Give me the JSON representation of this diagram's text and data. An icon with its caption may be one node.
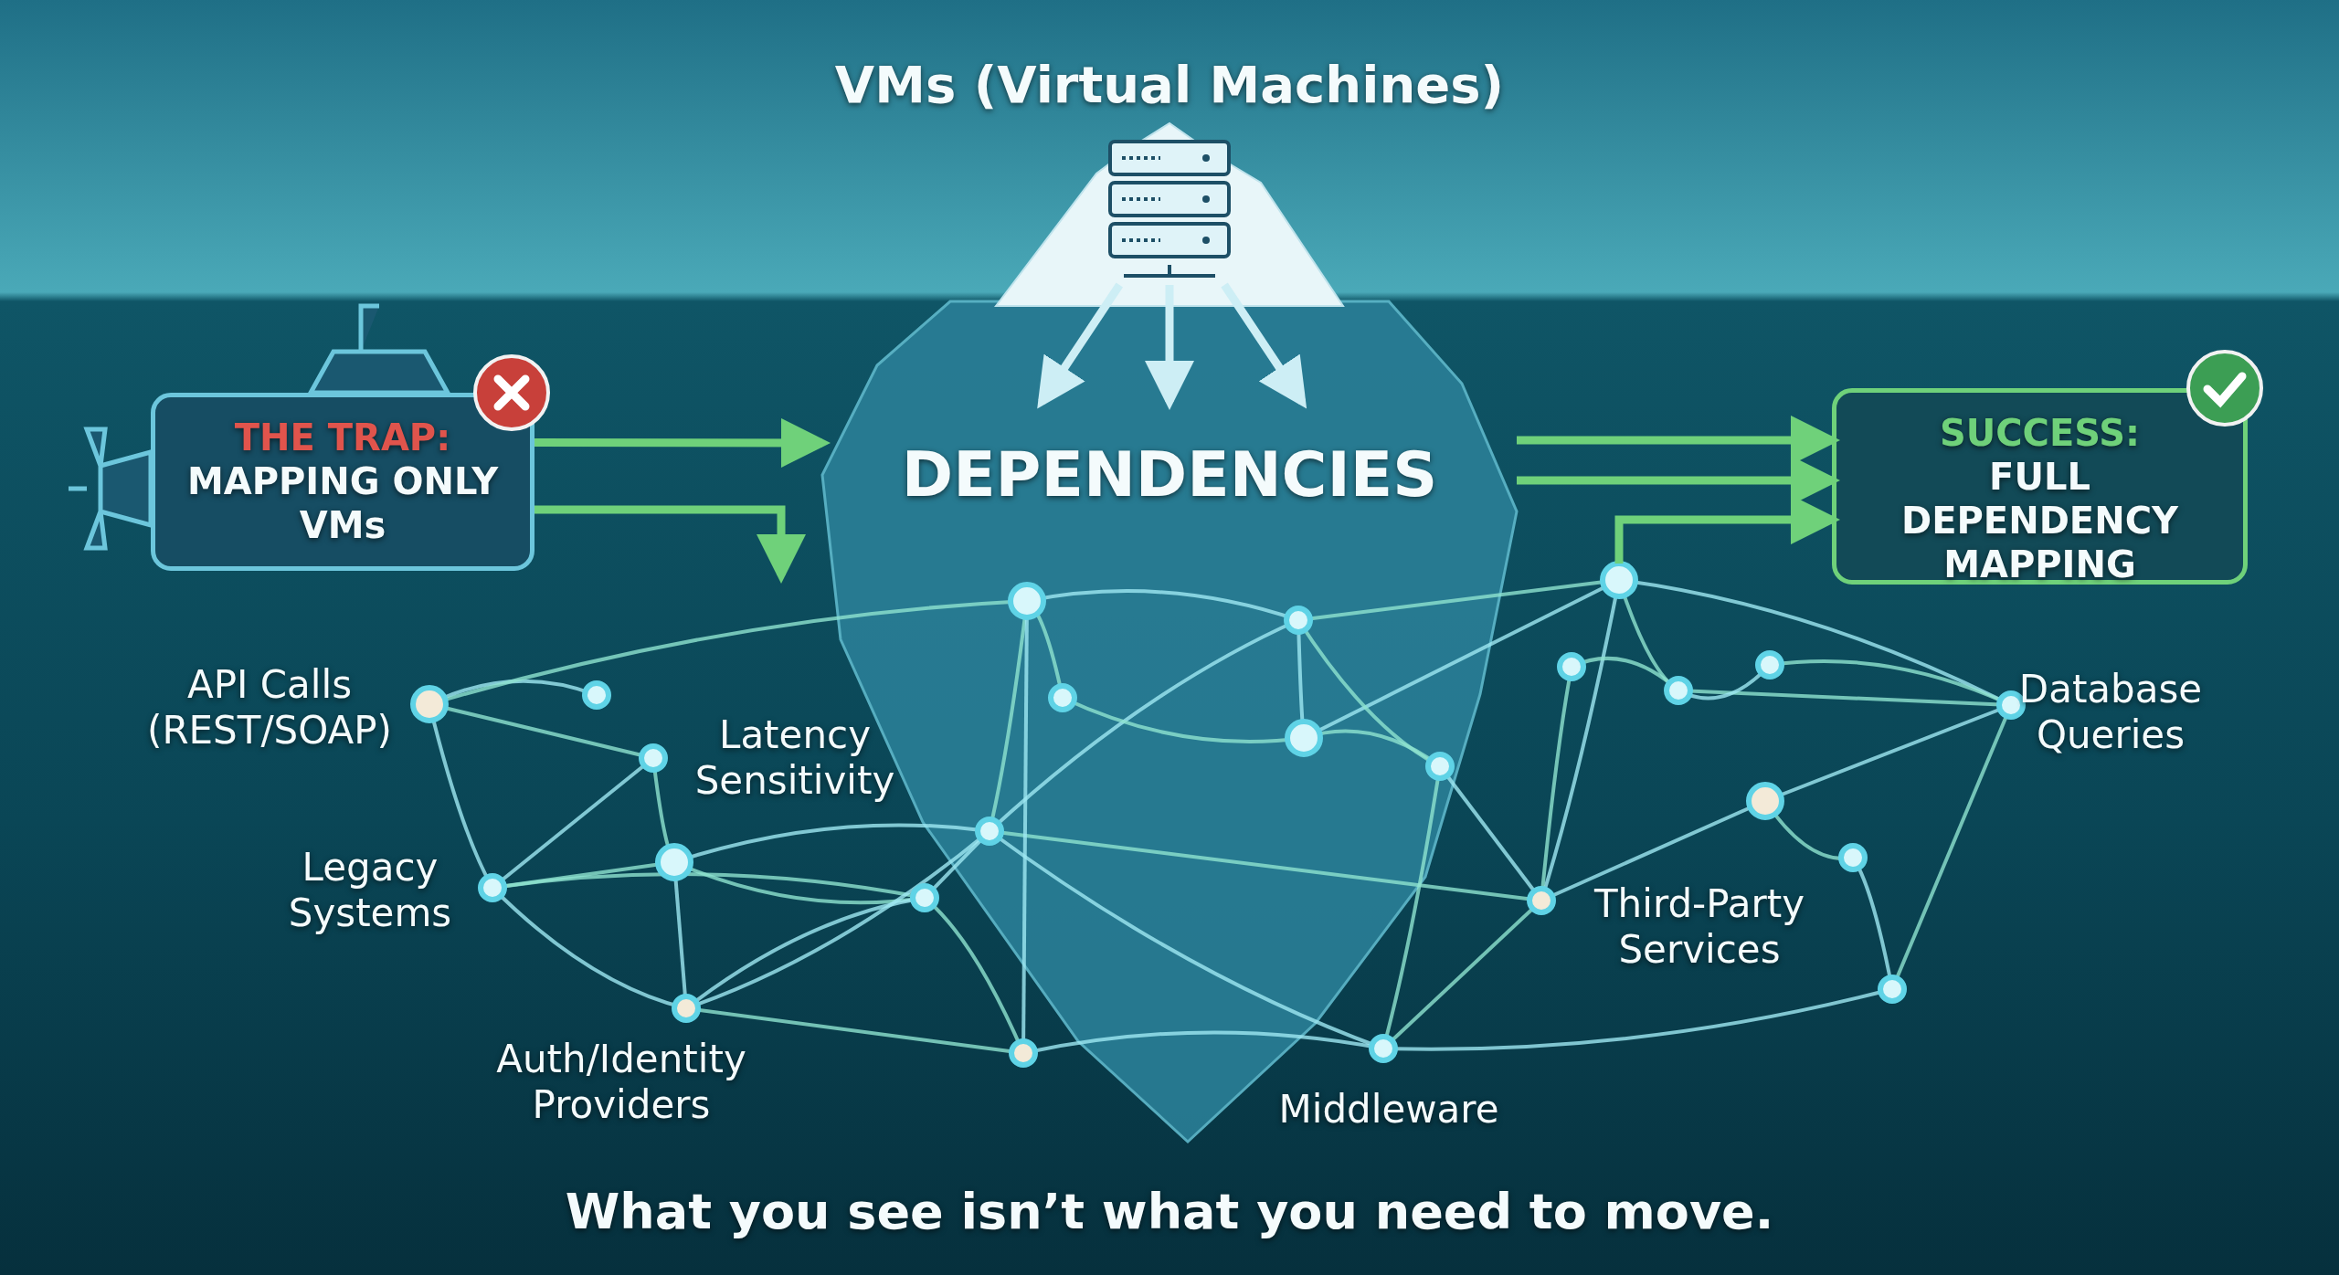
{
  "diagram": {
    "caption": "What you see isn’t what you need to move.",
    "nodes": [
      {
        "text": [
          "VMs (Virtual Machines)"
        ]
      },
      {
        "text": [
          "DEPENDENCIES"
        ]
      },
      {
        "text": [
          "THE TRAP:",
          "MAPPING ONLY VMs"
        ]
      },
      {
        "text": [
          "SUCCESS:",
          "FULL DEPENDENCY MAPPING"
        ]
      }
    ],
    "edges": [
      {
        "from": 0,
        "to": 1,
        "arrow": "to",
        "color": "#cdeef5"
      },
      {
        "from": 0,
        "to": 1,
        "arrow": "to",
        "color": "#cdeef5"
      },
      {
        "from": 0,
        "to": 1,
        "arrow": "to",
        "color": "#cdeef5"
      },
      {
        "from": 2,
        "to": 1,
        "arrow": "to"
      },
      {
        "from": 2,
        "to": null,
        "arrow": "to"
      },
      {
        "from": 1,
        "to": 3,
        "arrow": "to"
      },
      {
        "from": 1,
        "to": 3,
        "arrow": "to"
      },
      {
        "from": null,
        "to": 3,
        "arrow": "to"
      }
    ],
    "labels": [
      "API Calls (REST/SOAP)",
      "Latency Sensitivity",
      "Legacy Systems",
      "Database Queries",
      "Third-Party Services",
      "Auth/Identity Providers",
      "Middleware"
    ]
  }
}
